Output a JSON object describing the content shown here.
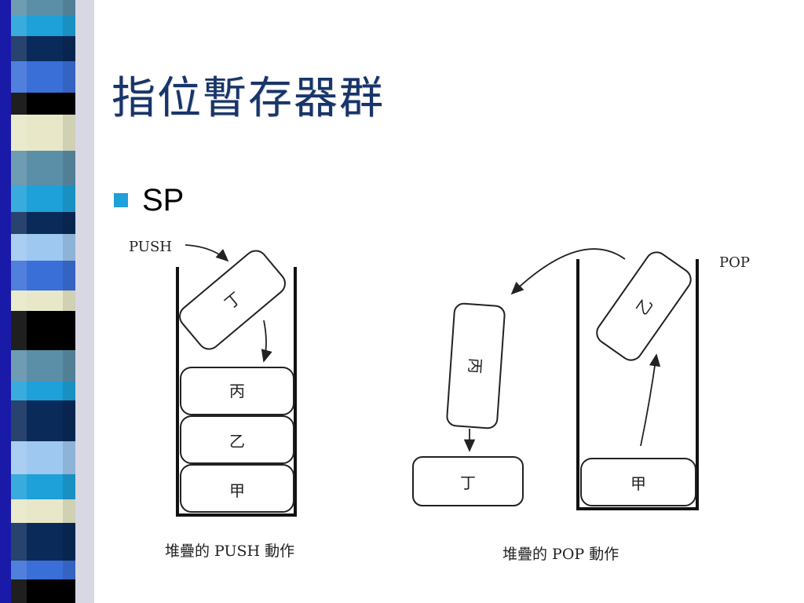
{
  "slide": {
    "title": "指位暫存器群",
    "bullet": "SP"
  },
  "push_diagram": {
    "label": "PUSH",
    "incoming_box": "丁",
    "stack_boxes": [
      "丙",
      "乙",
      "甲"
    ],
    "caption": "堆疊的 PUSH 動作"
  },
  "pop_diagram": {
    "label": "POP",
    "outgoing_box": "乙",
    "removed_box": "丙",
    "removed_target_box": "丁",
    "stack_boxes": [
      "甲"
    ],
    "caption": "堆疊的 POP 動作"
  },
  "colors": {
    "title": "#17356b",
    "bullet": "#1ea0d8",
    "stripe_palette": [
      "#0a2a5a",
      "#1ea0d8",
      "#3a7fd0",
      "#000000",
      "#e8e8c8",
      "#5b8fa8",
      "#2a5fc8",
      "#9ec8e0"
    ]
  }
}
